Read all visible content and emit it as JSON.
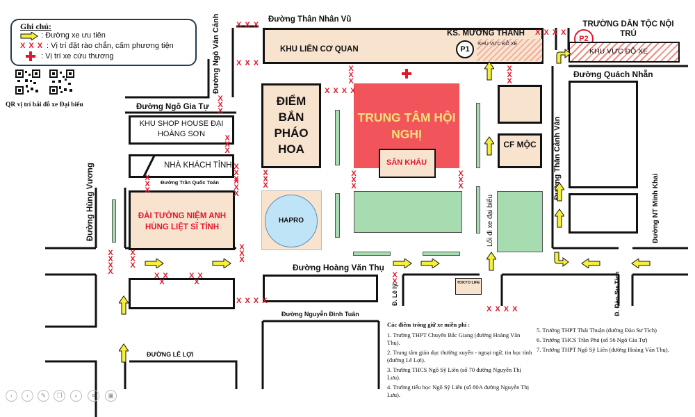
{
  "legend": {
    "title": "Ghi chú:",
    "items": [
      "Đường xe ưu tiên",
      "Vị trí đặt rào chắn, cấm phương tiện",
      "Vị trí xe cứu thương"
    ],
    "symbols": [
      "XXX"
    ]
  },
  "qr_caption": "QR vị trí bãi đỗ xe Đại biểu",
  "roads": {
    "than_nhan_vu": "Đường Thân Nhân Vũ",
    "ngo_van_canh": "Đường Ngô Văn Cảnh",
    "ngo_gia_tu": "Đường Ngô Gia Tự",
    "tran_quoc_toan": "Đường Trần Quốc Toản",
    "hung_vuong": "Đường Hùng Vương",
    "hoang_van_thu": "Đường Hoàng Văn Thụ",
    "nguyen_dinh_tuan": "Đường Nguyễn Đình Tuân",
    "le_loi": "ĐƯỜNG LÊ LỢI",
    "le_ly": "Đ. Lê lý",
    "quach_nhan": "Đường Quách Nhẫn",
    "than_canh_van": "Đường Thân Cảnh Vân",
    "nt_minh_khai": "Đường NT Minh Khai",
    "dao_su_tich": "Đ. Đào Sư Tích"
  },
  "places": {
    "hotel": "KS. MƯỜNG THANH",
    "khu_lien_co_quan": "KHU LIÊN CƠ QUAN",
    "p1": "P1",
    "p1_zone": "KHU VỰC ĐỖ XE",
    "school": "TRƯỜNG DÂN TỘC NỘI TRÚ",
    "p2": "P2",
    "p2_zone": "KHU VỰC ĐỖ XE",
    "shop_house": "KHU SHOP HOUSE ĐẠI HOÀNG SƠN",
    "guest_house": "NHÀ KHÁCH TỈNH",
    "fireworks": "ĐIỂM BẮN PHÁO HOA",
    "conference": "TRUNG TÂM HỘI NGHỊ",
    "stage": "SÂN KHẤU",
    "memorial": "ĐÀI TƯỞNG NIỆM ANH HÙNG LIỆT SĨ TỈNH",
    "hapro": "HAPRO",
    "cf_moc": "CF MỘC",
    "delegate_lane": "Lối đi xe đại biểu",
    "tokyo_life": "TOKYO LIFE"
  },
  "parking_notes": {
    "title": "Các điểm trông giữ xe miễn phí :",
    "left": [
      "1. Trường THPT Chuyên Bắc Giang (đường Hoàng Văn Thụ).",
      "2. Trung tâm giáo dục thường xuyên - ngoại ngữ, tin học tỉnh (đường Lê Lợi).",
      "3. Trường THCS Ngô Sỹ Liên (số 70 đường Nguyễn Thị Lưu).",
      "4. Trường tiểu học Ngô Sỹ Liên (số 80A đường Nguyễn Thị Lưu)."
    ],
    "right": [
      "5. Trường THPT Thái Thuận (đường Đào Sư Tích)",
      "6. Trường THCS Trần Phú (số 56 Ngô Gia Tự)",
      "7. Trường THPT Ngô Sỹ Liên (đường Hoàng Văn Thụ)."
    ]
  },
  "colors": {
    "conference": "#f2545b",
    "conference_text": "#f6e27a",
    "beige": "#f8e3cf",
    "green": "#a7dcb0",
    "barrier": "#e0182d",
    "arrow_fill": "#f7f03a",
    "hapro": "#bfe3f7"
  },
  "controls": [
    "prev-icon",
    "next-icon",
    "pen-icon",
    "copy-icon",
    "search-icon",
    "menu-icon",
    "camera-icon"
  ]
}
